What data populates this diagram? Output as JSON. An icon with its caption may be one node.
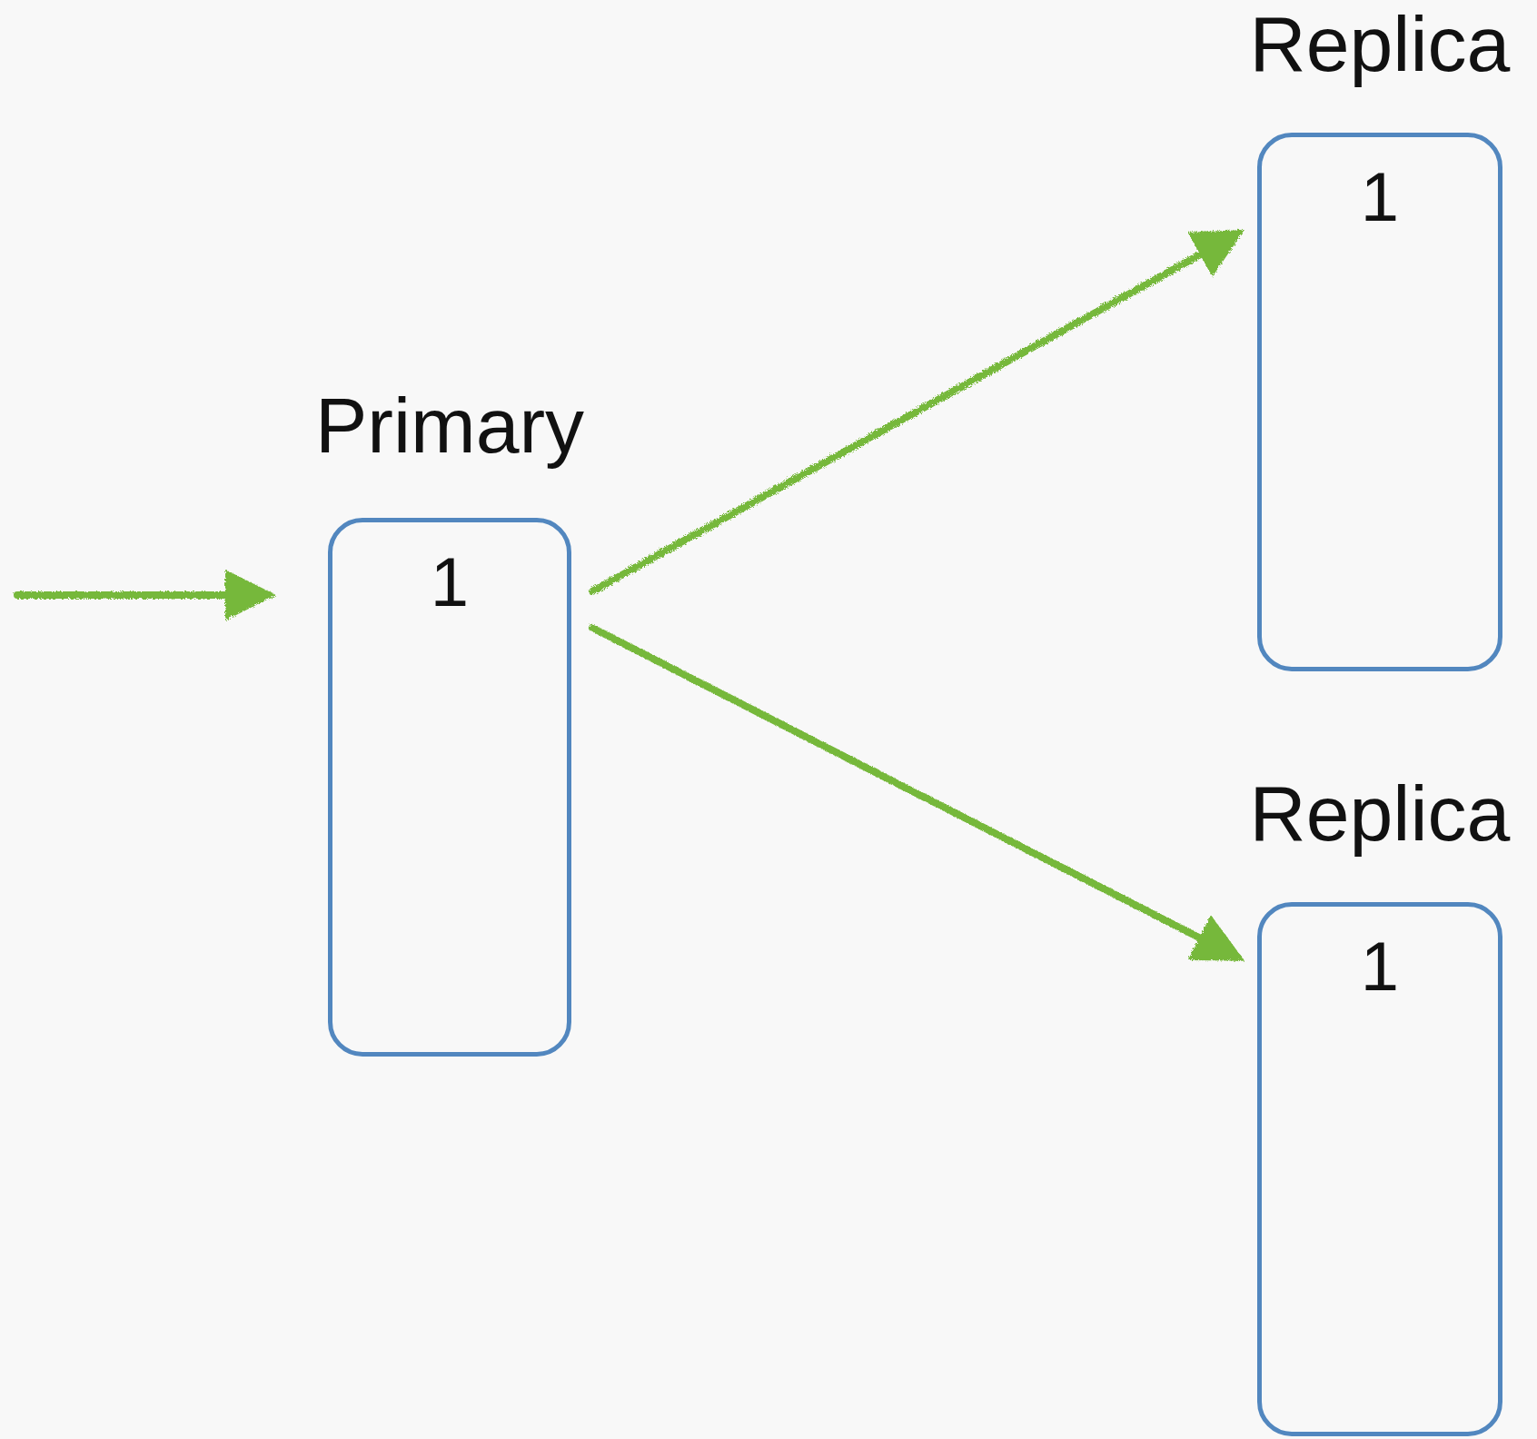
{
  "diagram": {
    "nodes": [
      {
        "text": [
          "Primary",
          "1"
        ]
      },
      {
        "text": [
          "Replica",
          "1"
        ]
      },
      {
        "text": [
          "Replica",
          "1"
        ]
      }
    ],
    "edges": [
      {
        "from": null,
        "to": 0,
        "arrow": "to"
      },
      {
        "from": 0,
        "to": 1,
        "arrow": "to"
      },
      {
        "from": 0,
        "to": 2,
        "arrow": "to"
      }
    ]
  }
}
